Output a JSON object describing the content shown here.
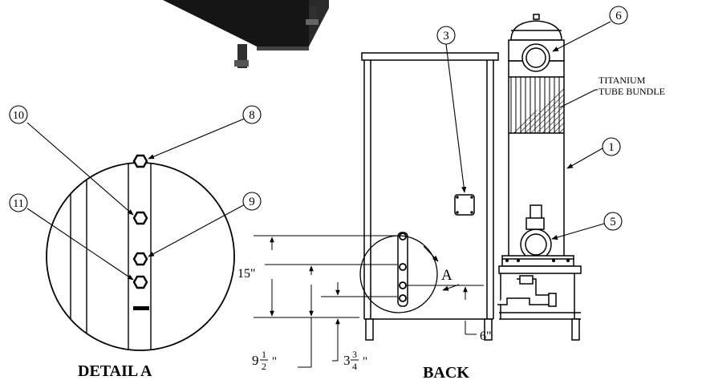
{
  "callouts": {
    "c1": "1",
    "c3": "3",
    "c5": "5",
    "c6": "6",
    "c8": "8",
    "c9": "9",
    "c10": "10",
    "c11": "11"
  },
  "labels": {
    "titanium_line1": "TITANIUM",
    "titanium_line2": "TUBE BUNDLE",
    "detail_letter": "A",
    "detail_title": "DETAIL A",
    "back_title": "BACK"
  },
  "dimensions": {
    "d15": "15\"",
    "d6": "6\"",
    "d9_whole": "9",
    "d9_num": "1",
    "d9_den": "2",
    "d3_whole": "3",
    "d3_num": "3",
    "d3_den": "4",
    "inch": "\""
  }
}
